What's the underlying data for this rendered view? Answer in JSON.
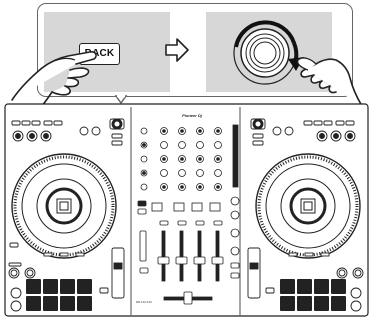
{
  "instruction": {
    "button_label": "BACK",
    "arrow_icon": "right-arrow-icon",
    "rotation_icon": "clockwise-rotation-icon"
  },
  "controller": {
    "brand": "Pioneer Dj",
    "model": "DDJ-FLX10"
  },
  "colors": {
    "panel_gray": "#d7d7d7",
    "outline": "#222222",
    "device_body": "#ffffff"
  }
}
